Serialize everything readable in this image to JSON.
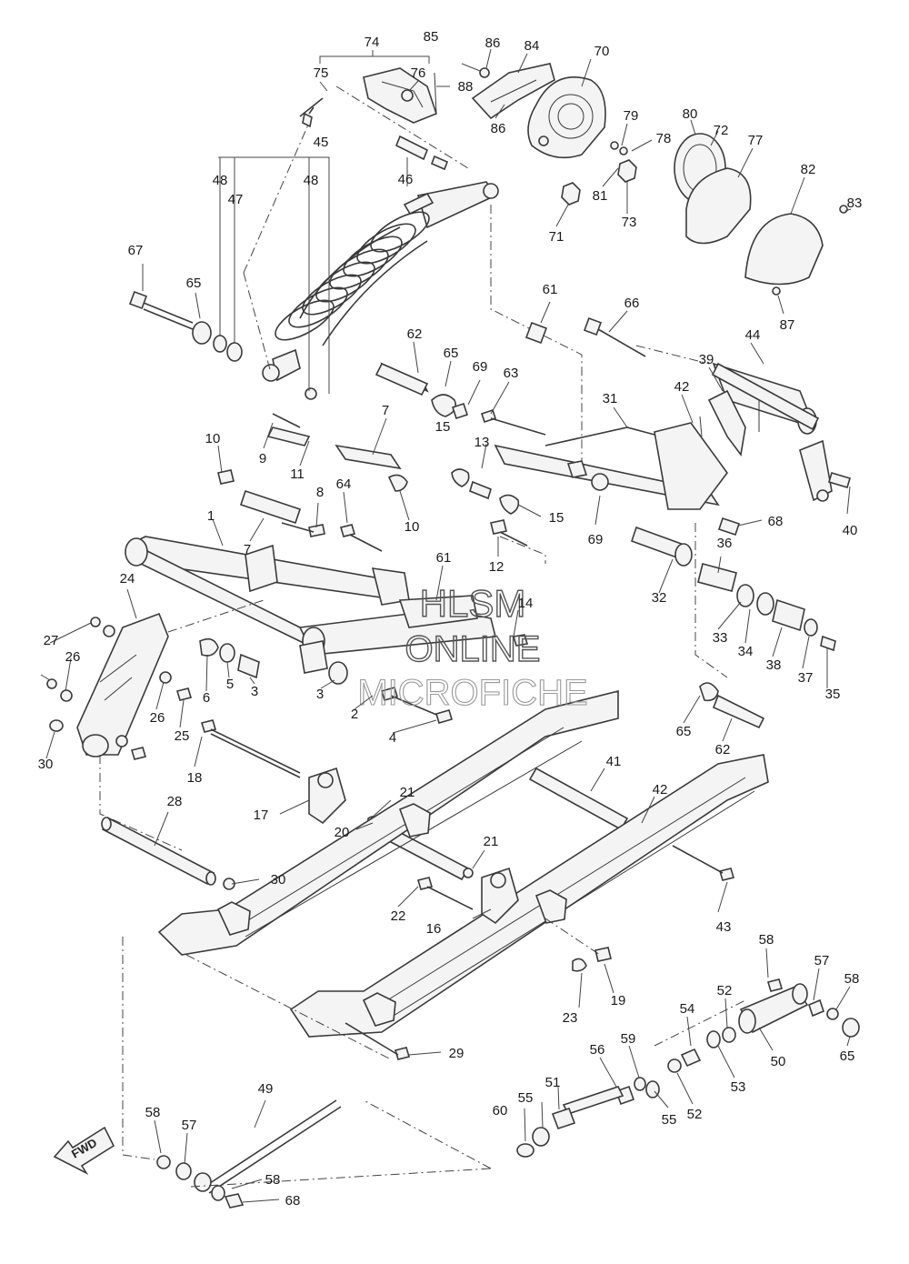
{
  "diagram": {
    "watermark": {
      "line1": "HLSM",
      "line2": "ONLINE",
      "line3": "MICROFICHE"
    },
    "direction_tag": "FWD",
    "callouts": [
      {
        "id": "c1",
        "text": "1"
      },
      {
        "id": "c2",
        "text": "2"
      },
      {
        "id": "c3a",
        "text": "3"
      },
      {
        "id": "c3b",
        "text": "3"
      },
      {
        "id": "c4",
        "text": "4"
      },
      {
        "id": "c5",
        "text": "5"
      },
      {
        "id": "c6",
        "text": "6"
      },
      {
        "id": "c7a",
        "text": "7"
      },
      {
        "id": "c7b",
        "text": "7"
      },
      {
        "id": "c8",
        "text": "8"
      },
      {
        "id": "c9",
        "text": "9"
      },
      {
        "id": "c10a",
        "text": "10"
      },
      {
        "id": "c10b",
        "text": "10"
      },
      {
        "id": "c11",
        "text": "11"
      },
      {
        "id": "c12",
        "text": "12"
      },
      {
        "id": "c13",
        "text": "13"
      },
      {
        "id": "c14",
        "text": "14"
      },
      {
        "id": "c15a",
        "text": "15"
      },
      {
        "id": "c15b",
        "text": "15"
      },
      {
        "id": "c16",
        "text": "16"
      },
      {
        "id": "c17",
        "text": "17"
      },
      {
        "id": "c18",
        "text": "18"
      },
      {
        "id": "c19",
        "text": "19"
      },
      {
        "id": "c20",
        "text": "20"
      },
      {
        "id": "c21a",
        "text": "21"
      },
      {
        "id": "c21b",
        "text": "21"
      },
      {
        "id": "c22",
        "text": "22"
      },
      {
        "id": "c23",
        "text": "23"
      },
      {
        "id": "c24",
        "text": "24"
      },
      {
        "id": "c25",
        "text": "25"
      },
      {
        "id": "c26a",
        "text": "26"
      },
      {
        "id": "c26b",
        "text": "26"
      },
      {
        "id": "c27",
        "text": "27"
      },
      {
        "id": "c28",
        "text": "28"
      },
      {
        "id": "c29",
        "text": "29"
      },
      {
        "id": "c30a",
        "text": "30"
      },
      {
        "id": "c30b",
        "text": "30"
      },
      {
        "id": "c31",
        "text": "31"
      },
      {
        "id": "c32",
        "text": "32"
      },
      {
        "id": "c33",
        "text": "33"
      },
      {
        "id": "c34",
        "text": "34"
      },
      {
        "id": "c35",
        "text": "35"
      },
      {
        "id": "c36",
        "text": "36"
      },
      {
        "id": "c37",
        "text": "37"
      },
      {
        "id": "c38",
        "text": "38"
      },
      {
        "id": "c39",
        "text": "39"
      },
      {
        "id": "c40",
        "text": "40"
      },
      {
        "id": "c41",
        "text": "41"
      },
      {
        "id": "c42a",
        "text": "42"
      },
      {
        "id": "c42b",
        "text": "42"
      },
      {
        "id": "c43",
        "text": "43"
      },
      {
        "id": "c44",
        "text": "44"
      },
      {
        "id": "c45",
        "text": "45"
      },
      {
        "id": "c46",
        "text": "46"
      },
      {
        "id": "c47",
        "text": "47"
      },
      {
        "id": "c48a",
        "text": "48"
      },
      {
        "id": "c48b",
        "text": "48"
      },
      {
        "id": "c49",
        "text": "49"
      },
      {
        "id": "c50",
        "text": "50"
      },
      {
        "id": "c51",
        "text": "51"
      },
      {
        "id": "c52a",
        "text": "52"
      },
      {
        "id": "c52b",
        "text": "52"
      },
      {
        "id": "c53",
        "text": "53"
      },
      {
        "id": "c54",
        "text": "54"
      },
      {
        "id": "c55a",
        "text": "55"
      },
      {
        "id": "c55b",
        "text": "55"
      },
      {
        "id": "c56",
        "text": "56"
      },
      {
        "id": "c57a",
        "text": "57"
      },
      {
        "id": "c57b",
        "text": "57"
      },
      {
        "id": "c58a",
        "text": "58"
      },
      {
        "id": "c58b",
        "text": "58"
      },
      {
        "id": "c58c",
        "text": "58"
      },
      {
        "id": "c58d",
        "text": "58"
      },
      {
        "id": "c59",
        "text": "59"
      },
      {
        "id": "c60",
        "text": "60"
      },
      {
        "id": "c61a",
        "text": "61"
      },
      {
        "id": "c61b",
        "text": "61"
      },
      {
        "id": "c62a",
        "text": "62"
      },
      {
        "id": "c62b",
        "text": "62"
      },
      {
        "id": "c63",
        "text": "63"
      },
      {
        "id": "c64",
        "text": "64"
      },
      {
        "id": "c65a",
        "text": "65"
      },
      {
        "id": "c65b",
        "text": "65"
      },
      {
        "id": "c65c",
        "text": "65"
      },
      {
        "id": "c65d",
        "text": "65"
      },
      {
        "id": "c66",
        "text": "66"
      },
      {
        "id": "c67",
        "text": "67"
      },
      {
        "id": "c68a",
        "text": "68"
      },
      {
        "id": "c68b",
        "text": "68"
      },
      {
        "id": "c69a",
        "text": "69"
      },
      {
        "id": "c69b",
        "text": "69"
      },
      {
        "id": "c70",
        "text": "70"
      },
      {
        "id": "c71",
        "text": "71"
      },
      {
        "id": "c72",
        "text": "72"
      },
      {
        "id": "c73",
        "text": "73"
      },
      {
        "id": "c74",
        "text": "74"
      },
      {
        "id": "c75",
        "text": "75"
      },
      {
        "id": "c76",
        "text": "76"
      },
      {
        "id": "c77",
        "text": "77"
      },
      {
        "id": "c78",
        "text": "78"
      },
      {
        "id": "c79",
        "text": "79"
      },
      {
        "id": "c80",
        "text": "80"
      },
      {
        "id": "c81",
        "text": "81"
      },
      {
        "id": "c82",
        "text": "82"
      },
      {
        "id": "c83",
        "text": "83"
      },
      {
        "id": "c84",
        "text": "84"
      },
      {
        "id": "c85",
        "text": "85"
      },
      {
        "id": "c86a",
        "text": "86"
      },
      {
        "id": "c86b",
        "text": "86"
      },
      {
        "id": "c87",
        "text": "87"
      },
      {
        "id": "c88",
        "text": "88"
      }
    ]
  }
}
